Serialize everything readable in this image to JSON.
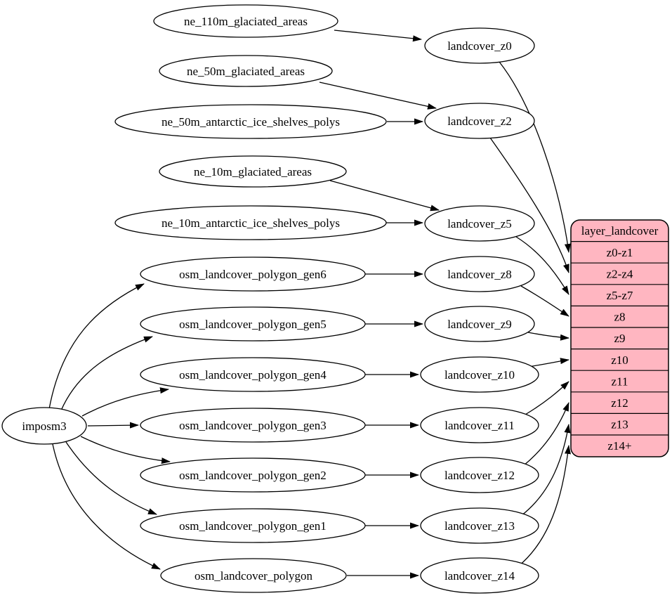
{
  "diagram": {
    "type": "etl-flow-graph",
    "colors": {
      "background": "#ffffff",
      "node_fill": "#ffffff",
      "edge": "#000000",
      "record_fill": "#ffb6c1",
      "record_stroke": "#000000"
    },
    "nodes": {
      "imposm3": "imposm3",
      "ne_110m_glaciated_areas": "ne_110m_glaciated_areas",
      "ne_50m_glaciated_areas": "ne_50m_glaciated_areas",
      "ne_50m_antarctic_ice_shelves_polys": "ne_50m_antarctic_ice_shelves_polys",
      "ne_10m_glaciated_areas": "ne_10m_glaciated_areas",
      "ne_10m_antarctic_ice_shelves_polys": "ne_10m_antarctic_ice_shelves_polys",
      "osm_landcover_polygon_gen6": "osm_landcover_polygon_gen6",
      "osm_landcover_polygon_gen5": "osm_landcover_polygon_gen5",
      "osm_landcover_polygon_gen4": "osm_landcover_polygon_gen4",
      "osm_landcover_polygon_gen3": "osm_landcover_polygon_gen3",
      "osm_landcover_polygon_gen2": "osm_landcover_polygon_gen2",
      "osm_landcover_polygon_gen1": "osm_landcover_polygon_gen1",
      "osm_landcover_polygon": "osm_landcover_polygon",
      "landcover_z0": "landcover_z0",
      "landcover_z2": "landcover_z2",
      "landcover_z5": "landcover_z5",
      "landcover_z8": "landcover_z8",
      "landcover_z9": "landcover_z9",
      "landcover_z10": "landcover_z10",
      "landcover_z11": "landcover_z11",
      "landcover_z12": "landcover_z12",
      "landcover_z13": "landcover_z13",
      "landcover_z14": "landcover_z14"
    },
    "record": {
      "title": "layer_landcover",
      "rows": [
        "z0-z1",
        "z2-z4",
        "z5-z7",
        "z8",
        "z9",
        "z10",
        "z11",
        "z12",
        "z13",
        "z14+"
      ]
    },
    "edges": [
      "imposm3 -> osm_landcover_polygon_gen6",
      "imposm3 -> osm_landcover_polygon_gen5",
      "imposm3 -> osm_landcover_polygon_gen4",
      "imposm3 -> osm_landcover_polygon_gen3",
      "imposm3 -> osm_landcover_polygon_gen2",
      "imposm3 -> osm_landcover_polygon_gen1",
      "imposm3 -> osm_landcover_polygon",
      "ne_110m_glaciated_areas -> landcover_z0",
      "ne_50m_glaciated_areas -> landcover_z2",
      "ne_50m_antarctic_ice_shelves_polys -> landcover_z2",
      "ne_10m_glaciated_areas -> landcover_z5",
      "ne_10m_antarctic_ice_shelves_polys -> landcover_z5",
      "osm_landcover_polygon_gen6 -> landcover_z8",
      "osm_landcover_polygon_gen5 -> landcover_z9",
      "osm_landcover_polygon_gen4 -> landcover_z10",
      "osm_landcover_polygon_gen3 -> landcover_z11",
      "osm_landcover_polygon_gen2 -> landcover_z12",
      "osm_landcover_polygon_gen1 -> landcover_z13",
      "osm_landcover_polygon -> landcover_z14",
      "landcover_z0 -> layer_landcover:z0-z1",
      "landcover_z2 -> layer_landcover:z2-z4",
      "landcover_z5 -> layer_landcover:z5-z7",
      "landcover_z8 -> layer_landcover:z8",
      "landcover_z9 -> layer_landcover:z9",
      "landcover_z10 -> layer_landcover:z10",
      "landcover_z11 -> layer_landcover:z11",
      "landcover_z12 -> layer_landcover:z12",
      "landcover_z13 -> layer_landcover:z13",
      "landcover_z14 -> layer_landcover:z14+"
    ]
  }
}
